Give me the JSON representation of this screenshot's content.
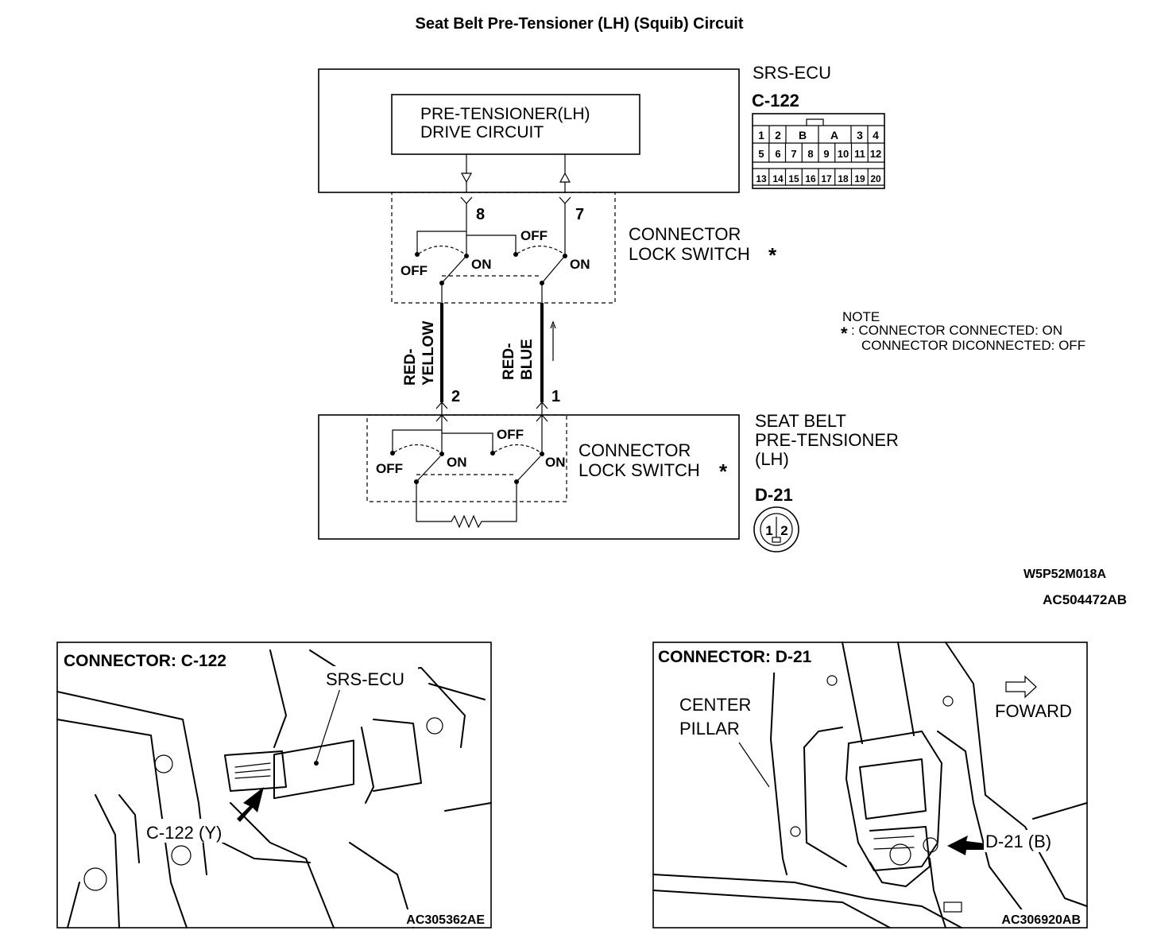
{
  "title": "Seat Belt Pre-Tensioner (LH) (Squib) Circuit",
  "ecu": {
    "name": "SRS-ECU",
    "connector": "C-122",
    "drive_circuit_line1": "PRE-TENSIONER(LH)",
    "drive_circuit_line2": "DRIVE CIRCUIT",
    "pin_a": "8",
    "pin_b": "7",
    "connector_pins": {
      "row1": [
        "1",
        "2",
        "B",
        "A",
        "3",
        "4"
      ],
      "row2": [
        "5",
        "6",
        "7",
        "8",
        "9",
        "10",
        "11",
        "12"
      ],
      "row3": [
        "13",
        "14",
        "15",
        "16",
        "17",
        "18",
        "19",
        "20"
      ]
    }
  },
  "switch_top": {
    "label1": "CONNECTOR",
    "label2": "LOCK SWITCH",
    "star": "*",
    "off_left": "OFF",
    "on_left": "ON",
    "off_right": "OFF",
    "on_right": "ON"
  },
  "wires": [
    {
      "color_line1": "RED-",
      "color_line2": "YELLOW",
      "pin": "2"
    },
    {
      "color_line1": "RED-",
      "color_line2": "BLUE",
      "pin": "1"
    }
  ],
  "note": {
    "heading": "NOTE",
    "star": "*",
    "line1": ": CONNECTOR CONNECTED: ON",
    "line2": "CONNECTOR DICONNECTED: OFF"
  },
  "pretensioner": {
    "name_line1": "SEAT BELT",
    "name_line2": "PRE-TENSIONER",
    "name_line3": "(LH)",
    "connector": "D-21",
    "connector_pins": [
      "1",
      "2"
    ],
    "switch_label1": "CONNECTOR",
    "switch_label2": "LOCK SWITCH",
    "star": "*",
    "off_left": "OFF",
    "on_left": "ON",
    "off_right": "OFF",
    "on_right": "ON"
  },
  "codes": {
    "diagram_code": "W5P52M018A",
    "figure_code": "AC504472AB"
  },
  "photo_left": {
    "header": "CONNECTOR: C-122",
    "label_ecu": "SRS-ECU",
    "label_conn": "C-122 (Y)",
    "code": "AC305362AE"
  },
  "photo_right": {
    "header": "CONNECTOR: D-21",
    "label_pillar1": "CENTER",
    "label_pillar2": "PILLAR",
    "label_forward": "FOWARD",
    "label_conn": "D-21 (B)",
    "code": "AC306920AB"
  }
}
